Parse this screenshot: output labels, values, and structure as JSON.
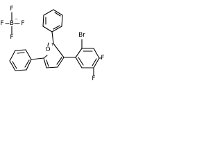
{
  "structure": {
    "counterion": {
      "fluorine_label": "F",
      "boron_label": "B",
      "anion_charge": "−"
    },
    "pyrylium": {
      "oxygen_label": "O",
      "cation_charge": "+"
    },
    "aryl_substituents": {
      "bromine_label": "Br",
      "fluorine_label": "F"
    }
  }
}
